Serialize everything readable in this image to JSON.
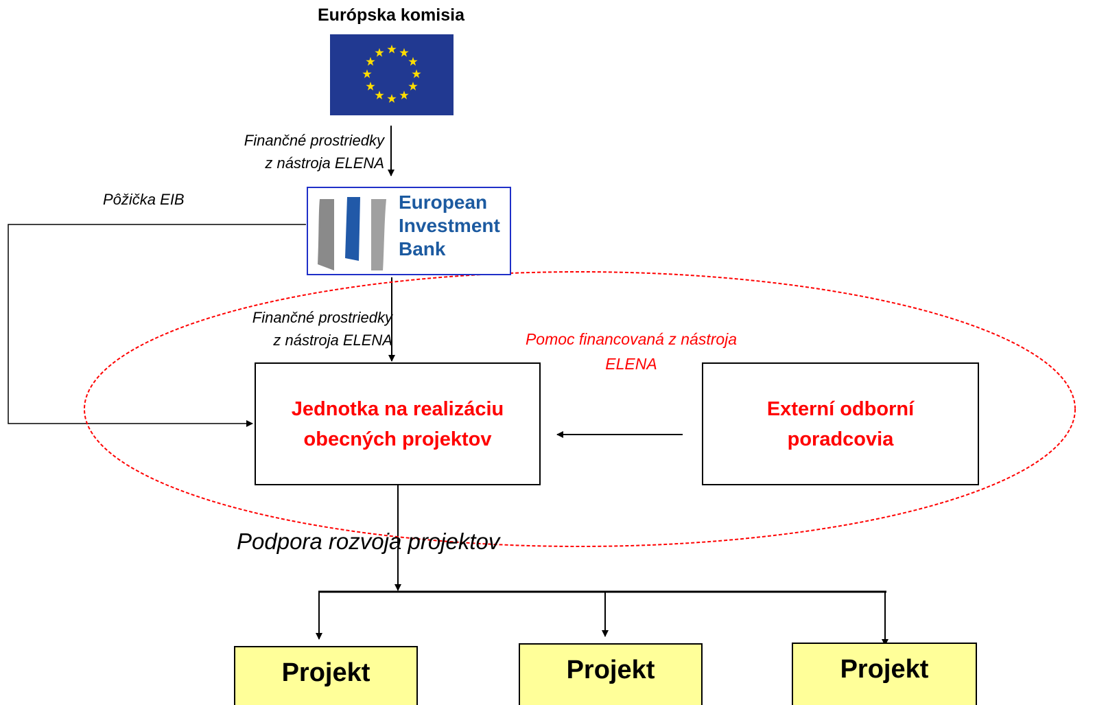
{
  "diagram": {
    "funder": {
      "title": "Európska komisia",
      "flag": "eu-flag-icon",
      "colors": {
        "flag_blue": "#213991",
        "star_yellow": "#ffdd00"
      }
    },
    "funding_label_top": {
      "line1": "Finančné prostriedky",
      "line2": "z nástroja ELENA"
    },
    "loan_label": "Pôžička EIB",
    "bank": {
      "logo": "eib-logo-icon",
      "name_line1": "European",
      "name_line2": "Investment",
      "name_line3": "Bank",
      "colors": {
        "border": "#1f2fc8",
        "text": "#1c5aa0"
      }
    },
    "funding_label_mid": {
      "line1": "Finančné prostriedky",
      "line2": "z nástroja ELENA"
    },
    "assistance_label": {
      "line1": "Pomoc financovaná z nástroja",
      "line2": "ELENA",
      "color": "#ff0000"
    },
    "implementation_unit": {
      "line1": "Jednotka na realizáciu",
      "line2": "obecných projektov",
      "color": "#ff0000"
    },
    "external_experts": {
      "line1": "Externí odborní",
      "line2": "poradcovia",
      "color": "#ff0000"
    },
    "support_label": "Podpora rozvoja projektov",
    "projects": [
      {
        "label": "Projekt"
      },
      {
        "label": "Projekt"
      },
      {
        "label": "Projekt"
      }
    ],
    "colors": {
      "project_fill": "#ffff99",
      "ellipse_stroke": "#ff0000"
    }
  }
}
